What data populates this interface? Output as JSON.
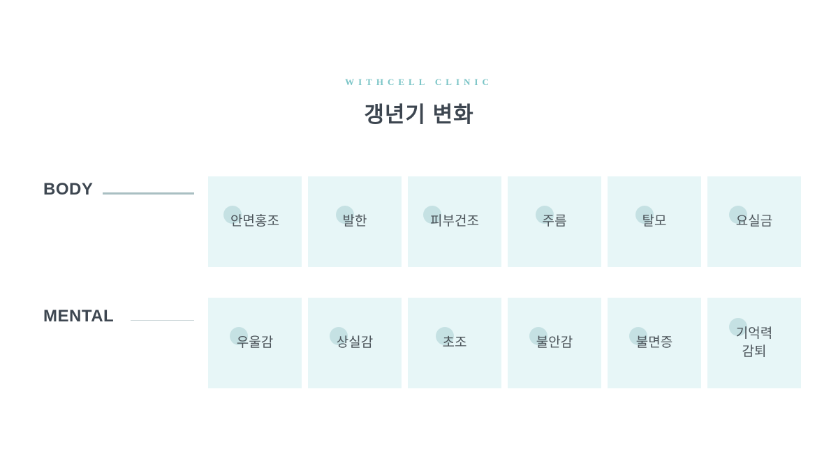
{
  "header": {
    "brand": "WITHCELL CLINIC",
    "title": "갱년기 변화"
  },
  "colors": {
    "card_background": "#e7f6f7",
    "accent_dot": "#c5e1e3",
    "brand_text": "#79c4c6",
    "heading_text": "#3d4650",
    "body_line": "#a9bfc2",
    "mental_line": "#c9d5d7"
  },
  "sections": [
    {
      "label": "BODY",
      "items": [
        "안면홍조",
        "발한",
        "피부건조",
        "주름",
        "탈모",
        "요실금"
      ]
    },
    {
      "label": "MENTAL",
      "items": [
        "우울감",
        "상실감",
        "초조",
        "불안감",
        "불면증",
        "기억력\n감퇴"
      ]
    }
  ]
}
